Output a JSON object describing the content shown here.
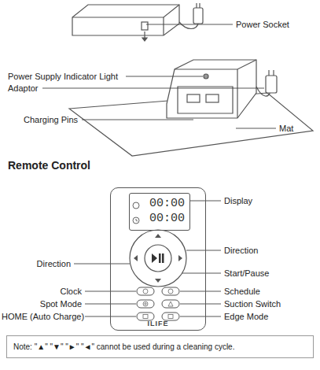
{
  "diagram": {
    "nodes": [
      {
        "text": [
          "ILIFE"
        ]
      },
      {
        "text": [
          "00:00",
          "00:00"
        ],
        "in": 0
      },
      {
        "text": [
          "Note: \"▲\" \"▼\" \"►\" \"◄\" cannot be used during a cleaning cycle."
        ]
      }
    ],
    "labels": [
      "Power Socket",
      "Power Supply Indicator Light",
      "Adaptor",
      "Charging Pins",
      "Mat",
      "Remote Control",
      "Display",
      "Direction",
      "Direction",
      "Start/Pause",
      "Clock",
      "Schedule",
      "Spot Mode",
      "Suction Switch",
      "HOME (Auto Charge)",
      "Edge Mode"
    ]
  }
}
